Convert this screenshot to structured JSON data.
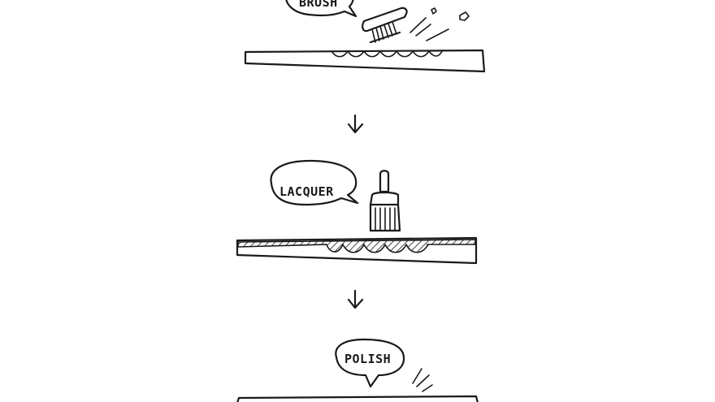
{
  "steps": [
    {
      "label": "BRUSH"
    },
    {
      "label": "LACQUER"
    },
    {
      "label": "POLISH"
    }
  ],
  "colors": {
    "ink": "#1a1a1a",
    "background": "#ffffff"
  }
}
